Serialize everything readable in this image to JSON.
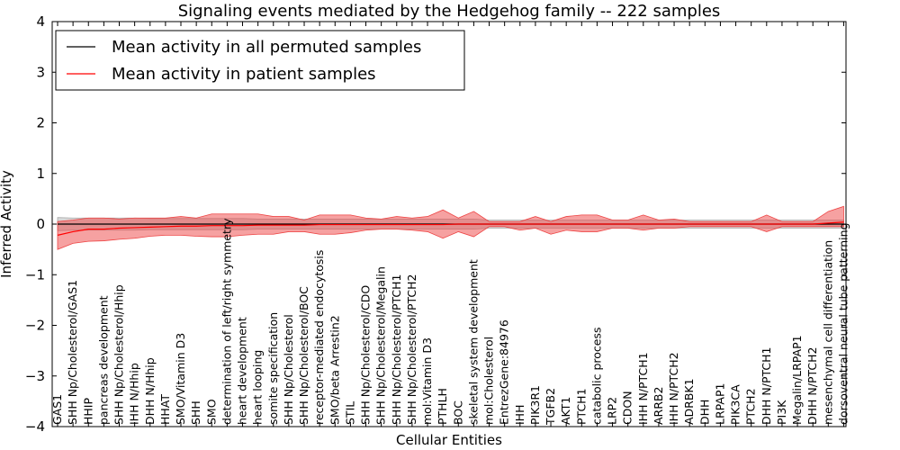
{
  "chart_data": {
    "type": "line",
    "title": "Signaling events mediated by the Hedgehog family -- 222 samples",
    "xlabel": "Cellular Entities",
    "ylabel": "Inferred Activity",
    "ylim": [
      -4,
      4
    ],
    "yticks": [
      -4,
      -3,
      -2,
      -1,
      0,
      1,
      2,
      3,
      4
    ],
    "ytick_labels": [
      "−4",
      "−3",
      "−2",
      "−1",
      "0",
      "1",
      "2",
      "3",
      "4"
    ],
    "legend_position": "top-left",
    "categories": [
      "GAS1",
      "SHH Np/Cholesterol/GAS1",
      "HHIP",
      "pancreas development",
      "SHH Np/Cholesterol/Hhip",
      "IHH N/Hhip",
      "DHH N/Hhip",
      "HHAT",
      "SMO/Vitamin D3",
      "SHH",
      "SMO",
      "determination of left/right symmetry",
      "heart development",
      "heart looping",
      "somite specification",
      "SHH Np/Cholesterol",
      "SHH Np/Cholesterol/BOC",
      "receptor-mediated endocytosis",
      "SMO/beta Arrestin2",
      "STIL",
      "SHH Np/Cholesterol/CDO",
      "SHH Np/Cholesterol/Megalin",
      "SHH Np/Cholesterol/PTCH1",
      "SHH Np/Cholesterol/PTCH2",
      "mol:Vitamin D3",
      "PTHLH",
      "BOC",
      "skeletal system development",
      "mol:Cholesterol",
      "EntrezGene:84976",
      "IHH",
      "PIK3R1",
      "TGFB2",
      "AKT1",
      "PTCH1",
      "catabolic process",
      "LRP2",
      "CDON",
      "IHH N/PTCH1",
      "ARRB2",
      "IHH N/PTCH2",
      "ADRBK1",
      "DHH",
      "LRPAP1",
      "PIK3CA",
      "PTCH2",
      "DHH N/PTCH1",
      "PI3K",
      "Megalin/LRPAP1",
      "DHH N/PTCH2",
      "mesenchymal cell differentiation",
      "dorsoventral neural tube patterning"
    ],
    "series": [
      {
        "name": "Mean activity in all permuted samples",
        "color": "#000000",
        "values": [
          0,
          0,
          0,
          0,
          0,
          0,
          0,
          0,
          0,
          0,
          0,
          0,
          0,
          0,
          0,
          0,
          0,
          0,
          0,
          0,
          0,
          0,
          0,
          0,
          0,
          0,
          0,
          0,
          0,
          0,
          0,
          0,
          0,
          0,
          0,
          0,
          0,
          0,
          0,
          0,
          0,
          0,
          0,
          0,
          0,
          0,
          0,
          0,
          0,
          0,
          0,
          0
        ],
        "band_low": [
          -0.13,
          -0.12,
          -0.12,
          -0.12,
          -0.12,
          -0.12,
          -0.11,
          -0.11,
          -0.11,
          -0.11,
          -0.11,
          -0.11,
          -0.11,
          -0.1,
          -0.1,
          -0.1,
          -0.1,
          -0.1,
          -0.1,
          -0.1,
          -0.1,
          -0.1,
          -0.1,
          -0.1,
          -0.1,
          -0.1,
          -0.1,
          -0.1,
          -0.08,
          -0.08,
          -0.08,
          -0.08,
          -0.08,
          -0.08,
          -0.08,
          -0.08,
          -0.08,
          -0.08,
          -0.08,
          -0.08,
          -0.08,
          -0.08,
          -0.08,
          -0.08,
          -0.08,
          -0.08,
          -0.08,
          -0.08,
          -0.08,
          -0.08,
          -0.08,
          -0.08
        ],
        "band_high": [
          0.13,
          0.12,
          0.12,
          0.12,
          0.12,
          0.12,
          0.11,
          0.11,
          0.11,
          0.11,
          0.11,
          0.11,
          0.11,
          0.1,
          0.1,
          0.1,
          0.1,
          0.1,
          0.1,
          0.1,
          0.1,
          0.1,
          0.1,
          0.1,
          0.1,
          0.1,
          0.1,
          0.1,
          0.08,
          0.08,
          0.08,
          0.08,
          0.08,
          0.08,
          0.08,
          0.08,
          0.08,
          0.08,
          0.08,
          0.08,
          0.08,
          0.08,
          0.08,
          0.08,
          0.08,
          0.08,
          0.08,
          0.08,
          0.08,
          0.08,
          0.08,
          0.08
        ],
        "band_color": "#aaaaaa"
      },
      {
        "name": "Mean activity in patient samples",
        "color": "#ff0000",
        "values": [
          -0.22,
          -0.15,
          -0.1,
          -0.1,
          -0.08,
          -0.07,
          -0.06,
          -0.05,
          -0.04,
          -0.04,
          -0.03,
          -0.03,
          -0.03,
          -0.02,
          -0.02,
          -0.02,
          -0.02,
          -0.01,
          -0.01,
          -0.01,
          -0.01,
          -0.01,
          -0.01,
          -0.01,
          -0.01,
          -0.01,
          0,
          0,
          0,
          0,
          0,
          0,
          0,
          0,
          0,
          0,
          0,
          0,
          0,
          0,
          0,
          0,
          0,
          0,
          0,
          0,
          0,
          0,
          0,
          0,
          0.02,
          0.04
        ],
        "band_low": [
          -0.5,
          -0.38,
          -0.34,
          -0.33,
          -0.3,
          -0.28,
          -0.24,
          -0.22,
          -0.22,
          -0.24,
          -0.25,
          -0.25,
          -0.22,
          -0.2,
          -0.2,
          -0.15,
          -0.15,
          -0.2,
          -0.2,
          -0.17,
          -0.12,
          -0.1,
          -0.1,
          -0.12,
          -0.15,
          -0.28,
          -0.15,
          -0.25,
          -0.05,
          -0.05,
          -0.12,
          -0.08,
          -0.2,
          -0.12,
          -0.15,
          -0.15,
          -0.08,
          -0.08,
          -0.12,
          -0.08,
          -0.08,
          -0.05,
          -0.05,
          -0.05,
          -0.05,
          -0.05,
          -0.15,
          -0.05,
          -0.05,
          -0.05,
          -0.05,
          -0.05
        ],
        "band_high": [
          0.05,
          0.08,
          0.12,
          0.12,
          0.1,
          0.12,
          0.12,
          0.12,
          0.15,
          0.12,
          0.2,
          0.2,
          0.2,
          0.2,
          0.15,
          0.15,
          0.08,
          0.18,
          0.18,
          0.18,
          0.12,
          0.1,
          0.15,
          0.12,
          0.15,
          0.28,
          0.12,
          0.25,
          0.05,
          0.05,
          0.05,
          0.15,
          0.05,
          0.15,
          0.18,
          0.18,
          0.08,
          0.08,
          0.18,
          0.08,
          0.1,
          0.05,
          0.05,
          0.05,
          0.05,
          0.05,
          0.18,
          0.05,
          0.05,
          0.05,
          0.25,
          0.35
        ],
        "band_color": "#ee4444"
      }
    ]
  }
}
